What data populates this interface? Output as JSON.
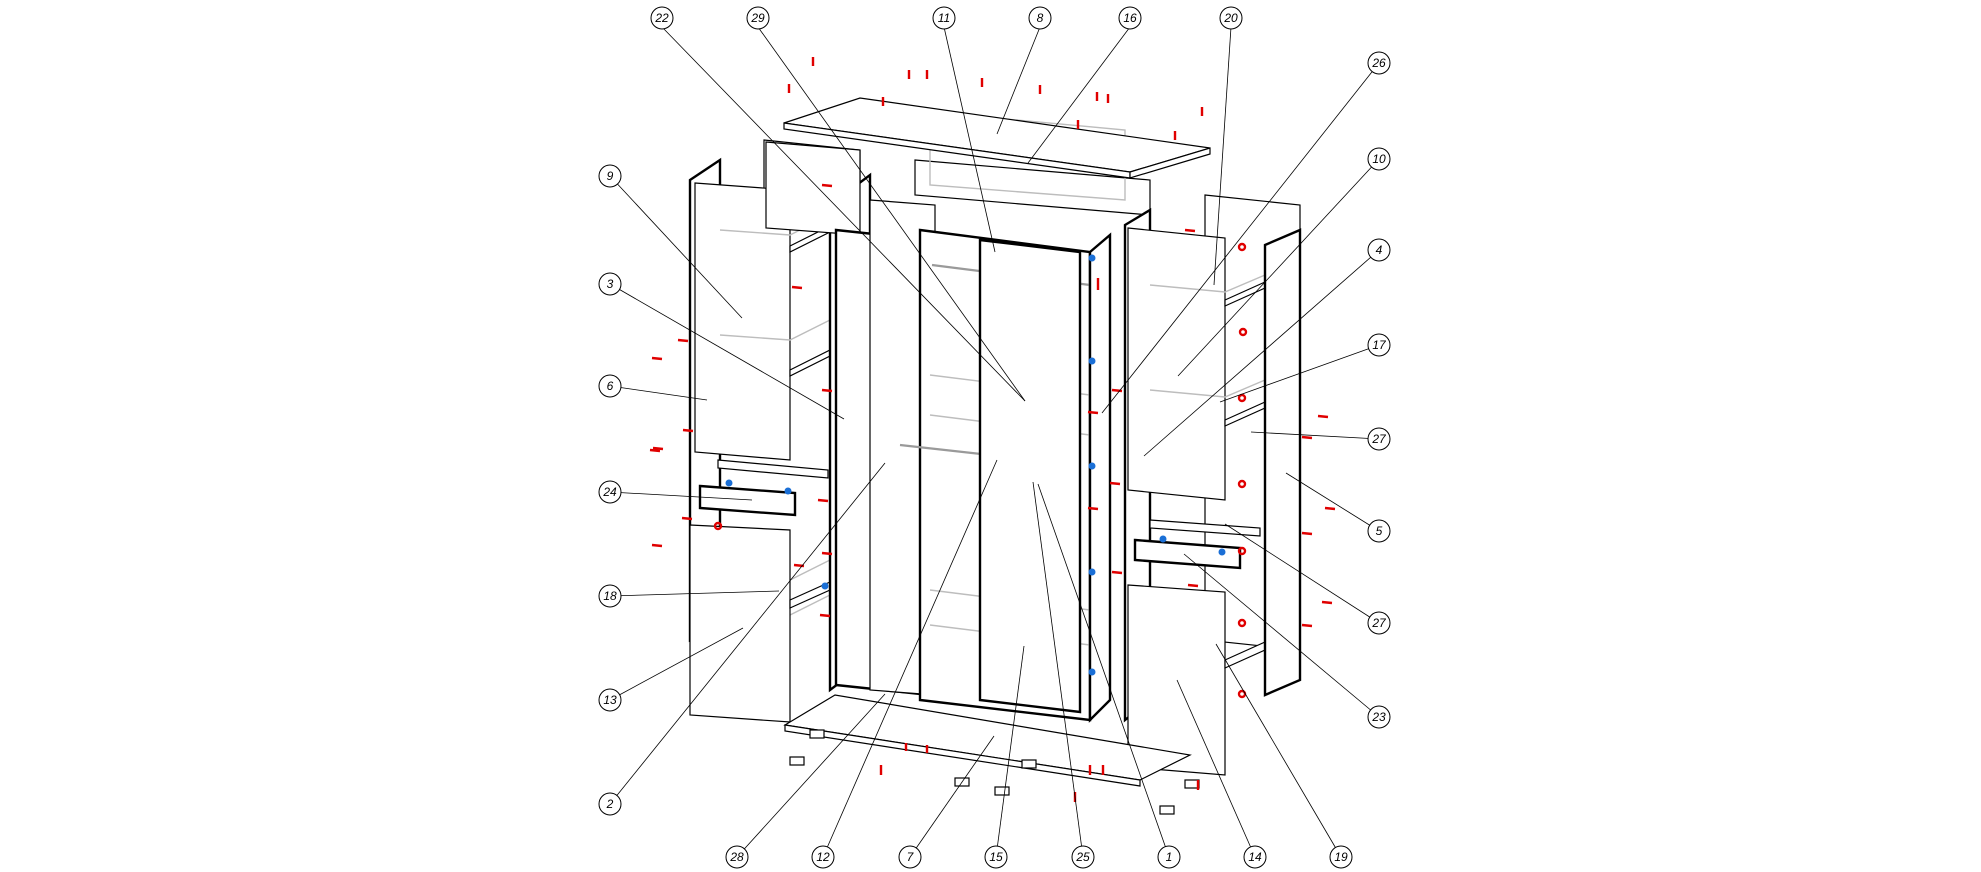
{
  "diagram": {
    "type": "exploded-assembly",
    "colors": {
      "outline": "#000000",
      "hidden_lines": "#bdbdbd",
      "fastener_marks": "#e00000",
      "hinge_marks": "#1a6fd6",
      "background": "#ffffff"
    },
    "callouts": [
      {
        "id": "c22",
        "label": "22"
      },
      {
        "id": "c29",
        "label": "29"
      },
      {
        "id": "c11",
        "label": "11"
      },
      {
        "id": "c8",
        "label": "8"
      },
      {
        "id": "c16",
        "label": "16"
      },
      {
        "id": "c20",
        "label": "20"
      },
      {
        "id": "c26",
        "label": "26"
      },
      {
        "id": "c9",
        "label": "9"
      },
      {
        "id": "c10",
        "label": "10"
      },
      {
        "id": "c3",
        "label": "3"
      },
      {
        "id": "c4",
        "label": "4"
      },
      {
        "id": "c17",
        "label": "17"
      },
      {
        "id": "c6",
        "label": "6"
      },
      {
        "id": "c27a",
        "label": "27"
      },
      {
        "id": "c24",
        "label": "24"
      },
      {
        "id": "c5",
        "label": "5"
      },
      {
        "id": "c18",
        "label": "18"
      },
      {
        "id": "c27b",
        "label": "27"
      },
      {
        "id": "c13",
        "label": "13"
      },
      {
        "id": "c23",
        "label": "23"
      },
      {
        "id": "c2",
        "label": "2"
      },
      {
        "id": "c28",
        "label": "28"
      },
      {
        "id": "c12",
        "label": "12"
      },
      {
        "id": "c7",
        "label": "7"
      },
      {
        "id": "c15",
        "label": "15"
      },
      {
        "id": "c25",
        "label": "25"
      },
      {
        "id": "c1",
        "label": "1"
      },
      {
        "id": "c14",
        "label": "14"
      },
      {
        "id": "c19",
        "label": "19"
      }
    ]
  }
}
